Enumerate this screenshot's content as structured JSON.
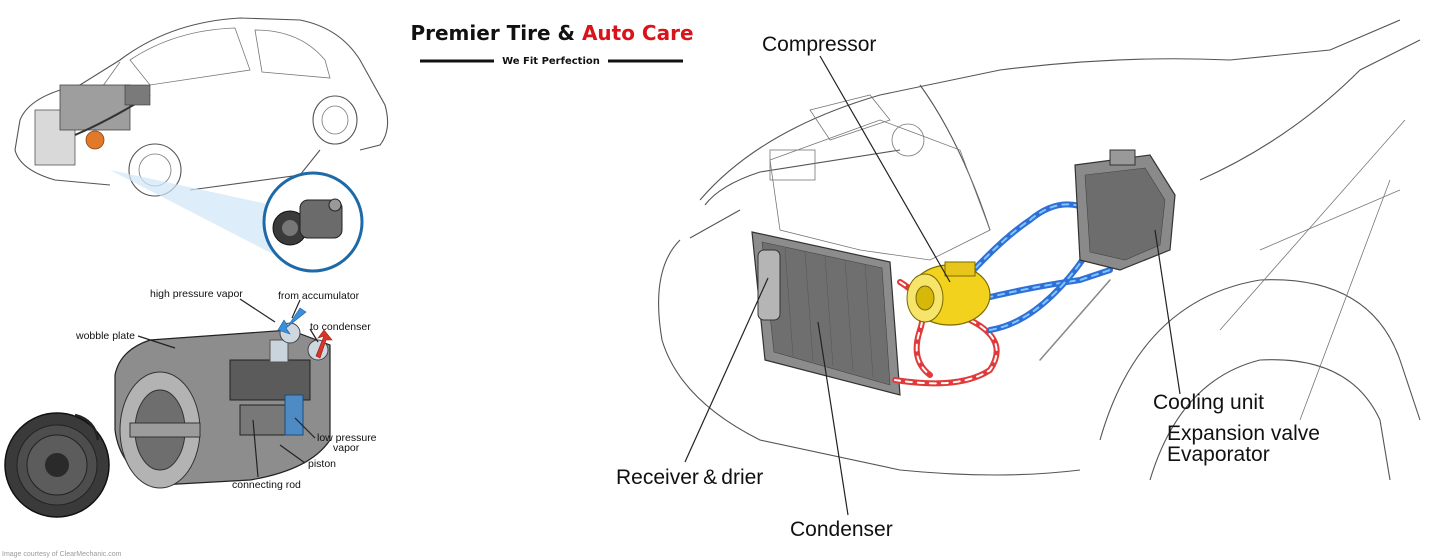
{
  "brand": {
    "name_part1": "Premier Tire & ",
    "name_part2": "Auto Care",
    "tagline": "We Fit Perfection",
    "accent_color": "#d8141a",
    "text_color": "#111111"
  },
  "compressor_cutaway": {
    "labels": {
      "high_pressure_vapor": "high pressure vapor",
      "from_accumulator": "from accumulator",
      "to_condenser": "to condenser",
      "wobble_plate": "wobble plate",
      "low_pressure_vapor_line1": "low pressure",
      "low_pressure_vapor_line2": "vapor",
      "piston": "piston",
      "connecting_rod": "connecting rod"
    },
    "credit": "Image courtesy of ClearMechanic.com",
    "arrow_colors": {
      "inlet": "#3a8fd8",
      "outlet": "#d9352a"
    }
  },
  "ac_system": {
    "labels": {
      "compressor": "Compressor",
      "receiver_drier": "Receiver & drier",
      "condenser": "Condenser",
      "cooling_unit": "Cooling unit",
      "expansion_valve": "Expansion valve",
      "evaporator": "Evaporator"
    },
    "line_colors": {
      "high_pressure": "#e23a3a",
      "low_pressure": "#2f6fd6",
      "compressor": "#f2d21c"
    }
  }
}
